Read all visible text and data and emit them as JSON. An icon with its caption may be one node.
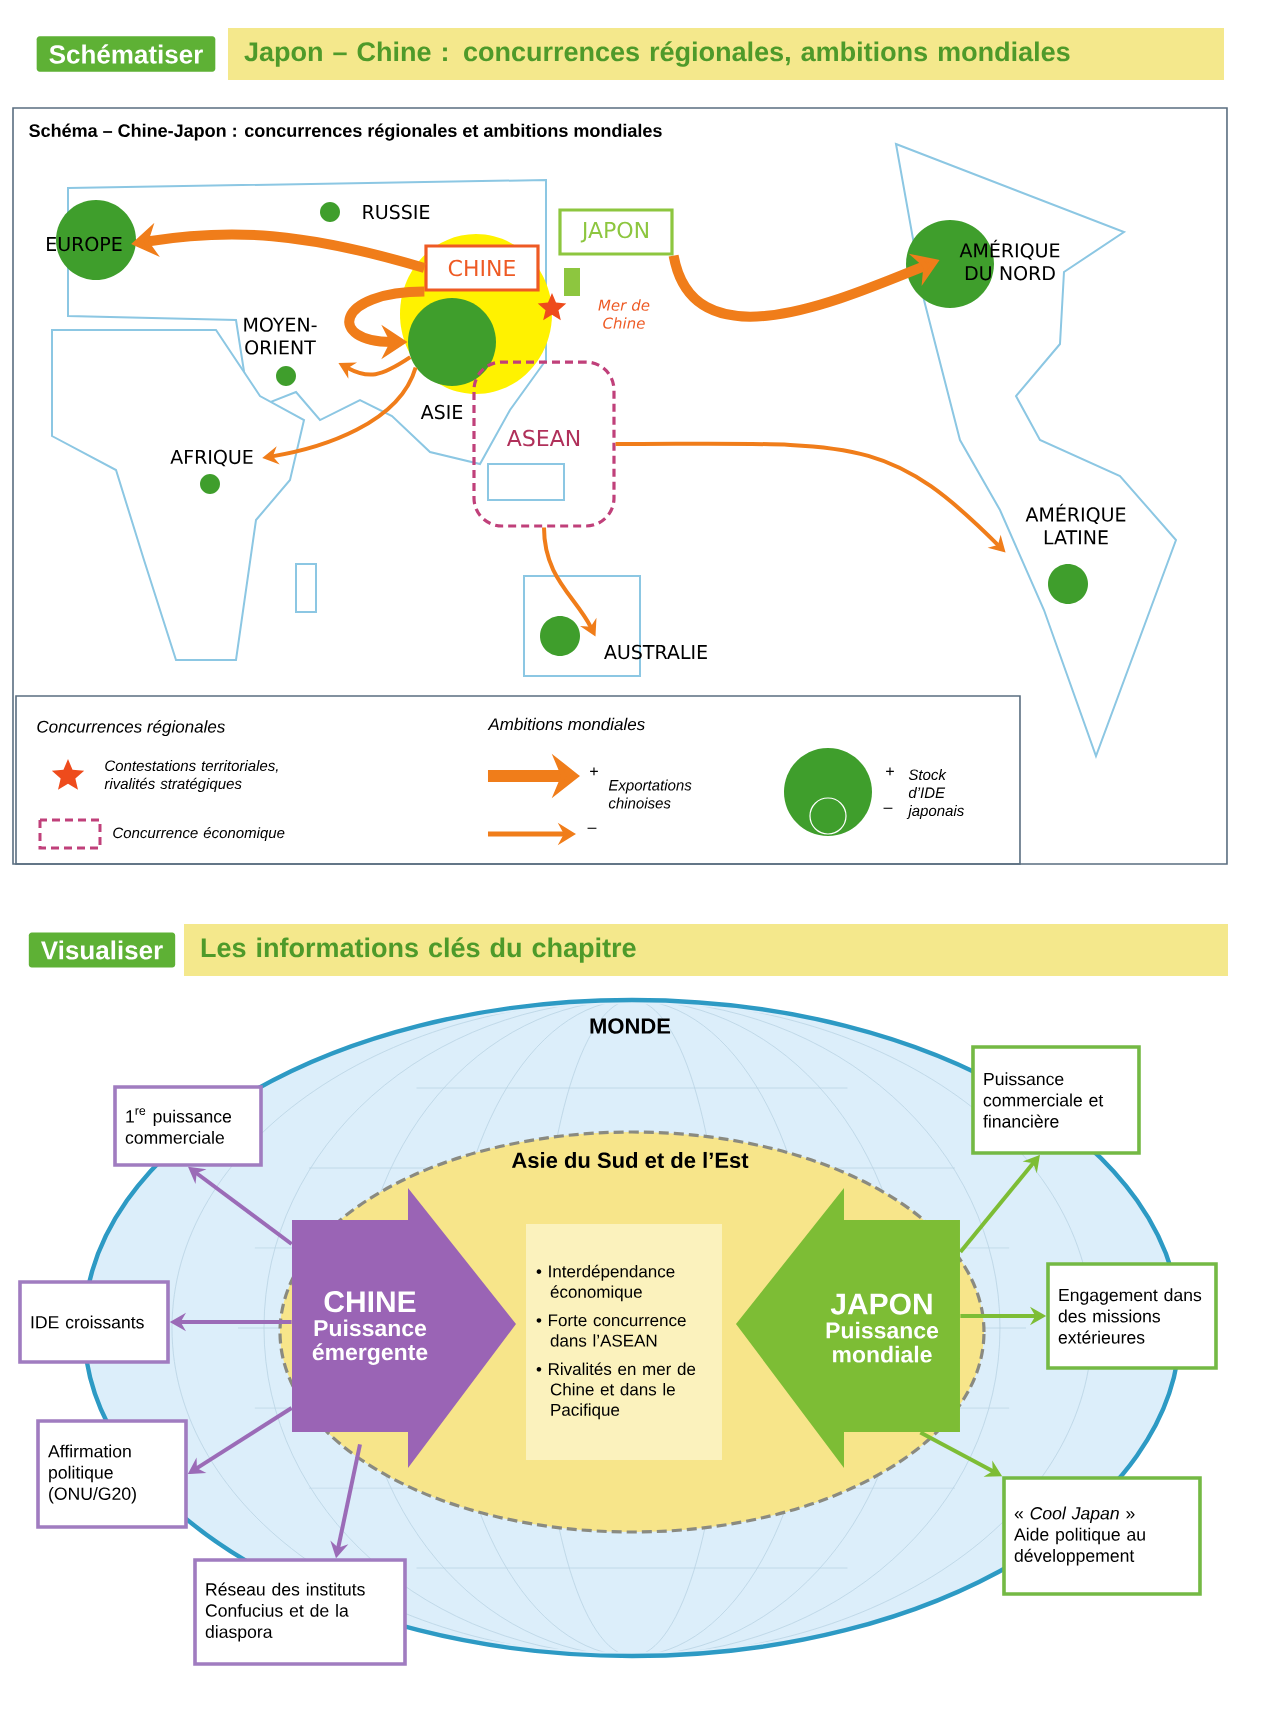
{
  "diagram": {
    "nodes": [
      {
        "text": [
          "Schématiser"
        ]
      },
      {
        "text": [
          "Japon – Chine : concurrences régionales, ambitions mondiales"
        ]
      },
      {
        "text": [
          "Schéma – Chine-Japon : concurrences régionales et ambitions mondiales"
        ]
      },
      {
        "text": [
          "EUROPE"
        ],
        "in": 2
      },
      {
        "text": [
          "RUSSIE"
        ],
        "in": 2
      },
      {
        "text": [
          "CHINE"
        ],
        "in": 2
      },
      {
        "text": [
          "JAPON"
        ],
        "in": 2
      },
      {
        "text": [
          "AMÉRIQUE DU NORD"
        ],
        "in": 2
      },
      {
        "text": [
          "MOYEN-ORIENT"
        ],
        "in": 2
      },
      {
        "text": [],
        "shape": "circle",
        "beside": [
          "ASIE"
        ],
        "in": 2
      },
      {
        "text": [
          "AFRIQUE"
        ],
        "in": 2
      },
      {
        "text": [
          "ASEAN"
        ],
        "in": 2
      },
      {
        "text": [
          "AMÉRIQUE LATINE"
        ],
        "in": 2
      },
      {
        "text": [
          "AUSTRALIE"
        ],
        "in": 2
      },
      {
        "text": [
          "Visualiser"
        ]
      },
      {
        "text": [
          "Les informations clés du chapitre"
        ]
      },
      {
        "text": [
          "MONDE"
        ]
      },
      {
        "text": [
          "Asie du Sud et de l’Est"
        ],
        "in": 16
      },
      {
        "text": [
          "CHINE",
          "Puissance émergente"
        ],
        "in": 17
      },
      {
        "text": [
          "• Interdépendance économique",
          "• Forte concurrence dans l’ASEAN",
          "• Rivalités en mer de Chine et dans le Pacifique"
        ],
        "in": 17
      },
      {
        "text": [
          "JAPON",
          "Puissance mondiale"
        ],
        "in": 17
      },
      {
        "text": [
          "1$^{re}$ puissance commerciale"
        ]
      },
      {
        "text": [
          "IDE croissants"
        ]
      },
      {
        "text": [
          "Affirmation politique (ONU/G20)"
        ]
      },
      {
        "text": [
          "Réseau des instituts Confucius et de la diaspora"
        ]
      },
      {
        "text": [
          "Puissance commerciale et financière"
        ]
      },
      {
        "text": [
          "Engagement dans des missions extérieures"
        ]
      },
      {
        "text": [
          "« *Cool Japan* »",
          "Aide politique au développement"
        ]
      }
    ],
    "edges": [
      {
        "from": 5,
        "to": 3,
        "arrow": "to",
        "style": "thick"
      },
      {
        "from": 5,
        "to": 9,
        "arrow": "to",
        "style": "thick"
      },
      {
        "from": 9,
        "to": 8,
        "arrow": "to"
      },
      {
        "from": 9,
        "to": 10,
        "arrow": "to"
      },
      {
        "from": 6,
        "to": 7,
        "arrow": "to",
        "style": "thick"
      },
      {
        "from": 11,
        "to": 12,
        "arrow": "to"
      },
      {
        "from": 11,
        "to": 13,
        "arrow": "to"
      },
      {
        "from": 18,
        "to": 21,
        "arrow": "to",
        "color": "#9b6bb7"
      },
      {
        "from": 18,
        "to": 22,
        "arrow": "to",
        "color": "#9b6bb7"
      },
      {
        "from": 18,
        "to": 23,
        "arrow": "to",
        "color": "#9b6bb7"
      },
      {
        "from": 18,
        "to": 24,
        "arrow": "to",
        "color": "#9b6bb7"
      },
      {
        "from": 20,
        "to": 25,
        "arrow": "to",
        "color": "#7dbd35"
      },
      {
        "from": 20,
        "to": 26,
        "arrow": "to",
        "color": "#7dbd35"
      },
      {
        "from": 20,
        "to": 27,
        "arrow": "to",
        "color": "#7dbd35"
      }
    ],
    "labels": [
      "Mer de Chine",
      "Concurrences régionales",
      "Ambitions mondiales",
      "+",
      "–",
      "+",
      "–"
    ],
    "legend": [
      {
        "text": "Contestations territoriales, rivalités stratégiques"
      },
      {
        "text": "Concurrence économique"
      },
      {
        "text": "Exportations chinoises"
      },
      {
        "text": "Stock d’IDE japonais"
      }
    ]
  }
}
